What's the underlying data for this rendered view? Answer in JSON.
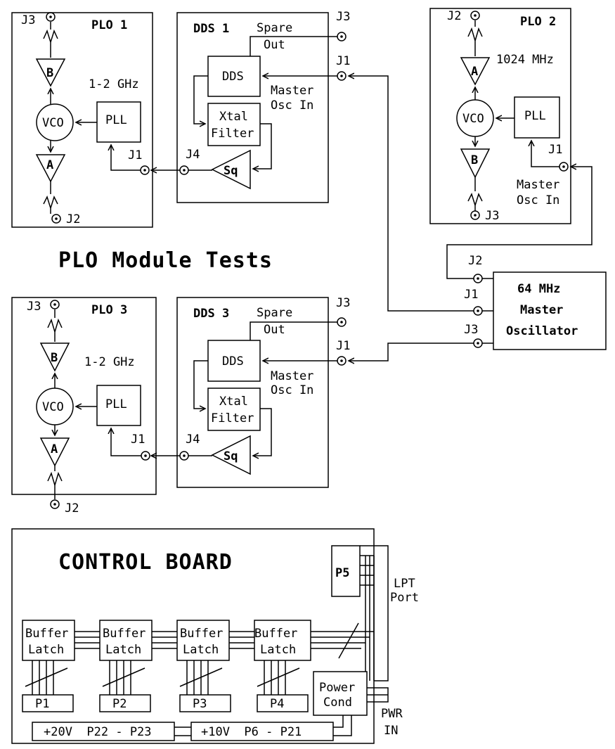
{
  "title": "PLO Module Tests",
  "plo1": {
    "title": "PLO 1",
    "j1": "J1",
    "j2": "J2",
    "j3": "J3",
    "amp_top": "B",
    "amp_bottom": "A",
    "vco": "VCO",
    "pll": "PLL",
    "freq": "1-2 GHz"
  },
  "plo2": {
    "title": "PLO 2",
    "j1": "J1",
    "j2": "J2",
    "j3": "J3",
    "amp_top": "A",
    "amp_bottom": "B",
    "vco": "VCO",
    "pll": "PLL",
    "freq": "1024 MHz",
    "in_line1": "Master",
    "in_line2": "Osc In"
  },
  "plo3": {
    "title": "PLO 3",
    "j1": "J1",
    "j2": "J2",
    "j3": "J3",
    "amp_top": "B",
    "amp_bottom": "A",
    "vco": "VCO",
    "pll": "PLL",
    "freq": "1-2 GHz"
  },
  "dds1": {
    "title": "DDS 1",
    "spare1": "Spare",
    "spare2": "Out",
    "j1": "J1",
    "j3": "J3",
    "j4": "J4",
    "dds": "DDS",
    "xtal1": "Xtal",
    "xtal2": "Filter",
    "sq": "Sq",
    "in_line1": "Master",
    "in_line2": "Osc In"
  },
  "dds3": {
    "title": "DDS 3",
    "spare1": "Spare",
    "spare2": "Out",
    "j1": "J1",
    "j3": "J3",
    "j4": "J4",
    "dds": "DDS",
    "xtal1": "Xtal",
    "xtal2": "Filter",
    "sq": "Sq",
    "in_line1": "Master",
    "in_line2": "Osc In"
  },
  "master": {
    "line1": "64 MHz",
    "line2": "Master",
    "line3": "Oscillator",
    "j1": "J1",
    "j2": "J2",
    "j3": "J3"
  },
  "control": {
    "title": "CONTROL BOARD",
    "p5": "P5",
    "lpt1": "LPT",
    "lpt2": "Port",
    "pwr1": "PWR",
    "pwr2": "IN",
    "buffer1": "Buffer",
    "buffer2": "Latch",
    "ports": [
      "P1",
      "P2",
      "P3",
      "P4"
    ],
    "power1": "Power",
    "power2": "Cond",
    "rail20": "+20V  P22 - P23",
    "rail10": "+10V  P6 - P21"
  }
}
